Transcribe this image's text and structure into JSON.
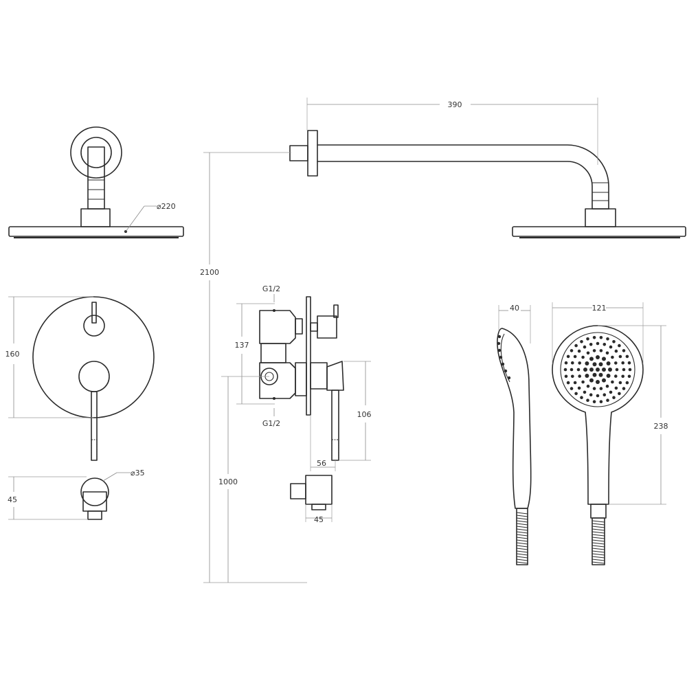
{
  "labels": {
    "overall_height": "2100",
    "arm_length": "390",
    "head_diameter": "⌀220",
    "plate_height": "160",
    "outlet_height": "45",
    "outlet_diameter": "⌀35",
    "thread_top": "G1/2",
    "thread_bottom": "G1/2",
    "body_height": "137",
    "handle_length": "106",
    "handle_offset": "56",
    "outlet_depth": "45",
    "mixer_height": "1000",
    "hand_thickness": "40",
    "hand_width": "121",
    "hand_length": "238"
  },
  "colors": {
    "line": "#2a2a2a",
    "dimension": "#8a8a8a",
    "background": "#ffffff"
  }
}
